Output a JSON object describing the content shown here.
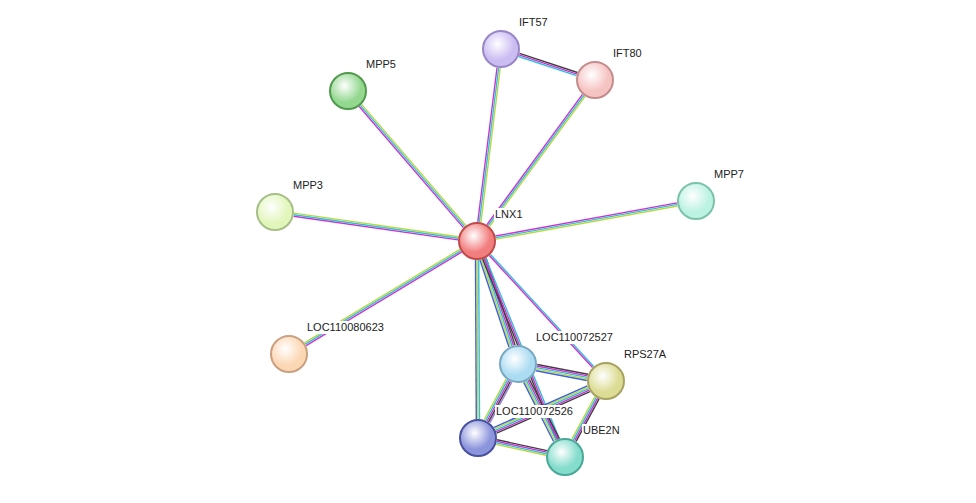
{
  "diagram": {
    "nodes": [
      {
        "text": [
          "IFT57"
        ]
      },
      {
        "text": [
          "IFT80"
        ]
      },
      {
        "text": [
          "MPP5"
        ]
      },
      {
        "text": [
          "MPP3"
        ]
      },
      {
        "text": [
          "LNX1"
        ]
      },
      {
        "text": [
          "MPP7"
        ]
      },
      {
        "text": [
          "LOC110080623"
        ]
      },
      {
        "text": [
          "LOC110072527"
        ]
      },
      {
        "text": [
          "RPS27A"
        ]
      },
      {
        "text": [
          "LOC110072526"
        ]
      },
      {
        "text": [
          "UBE2N"
        ]
      }
    ],
    "edges": [
      {
        "from": 4,
        "to": 0,
        "arrow": "none"
      },
      {
        "from": 4,
        "to": 1,
        "arrow": "none"
      },
      {
        "from": 4,
        "to": 2,
        "arrow": "none"
      },
      {
        "from": 4,
        "to": 3,
        "arrow": "none"
      },
      {
        "from": 4,
        "to": 5,
        "arrow": "none"
      },
      {
        "from": 4,
        "to": 6,
        "arrow": "none"
      },
      {
        "from": 4,
        "to": 7,
        "arrow": "none"
      },
      {
        "from": 4,
        "to": 8,
        "arrow": "none"
      },
      {
        "from": 4,
        "to": 9,
        "arrow": "none"
      },
      {
        "from": 4,
        "to": 10,
        "arrow": "none"
      },
      {
        "from": 0,
        "to": 1,
        "arrow": "none"
      },
      {
        "from": 7,
        "to": 8,
        "arrow": "none"
      },
      {
        "from": 7,
        "to": 9,
        "arrow": "none"
      },
      {
        "from": 7,
        "to": 10,
        "arrow": "none"
      },
      {
        "from": 8,
        "to": 9,
        "arrow": "none"
      },
      {
        "from": 8,
        "to": 10,
        "arrow": "none"
      },
      {
        "from": 9,
        "to": 10,
        "arrow": "none"
      }
    ]
  }
}
